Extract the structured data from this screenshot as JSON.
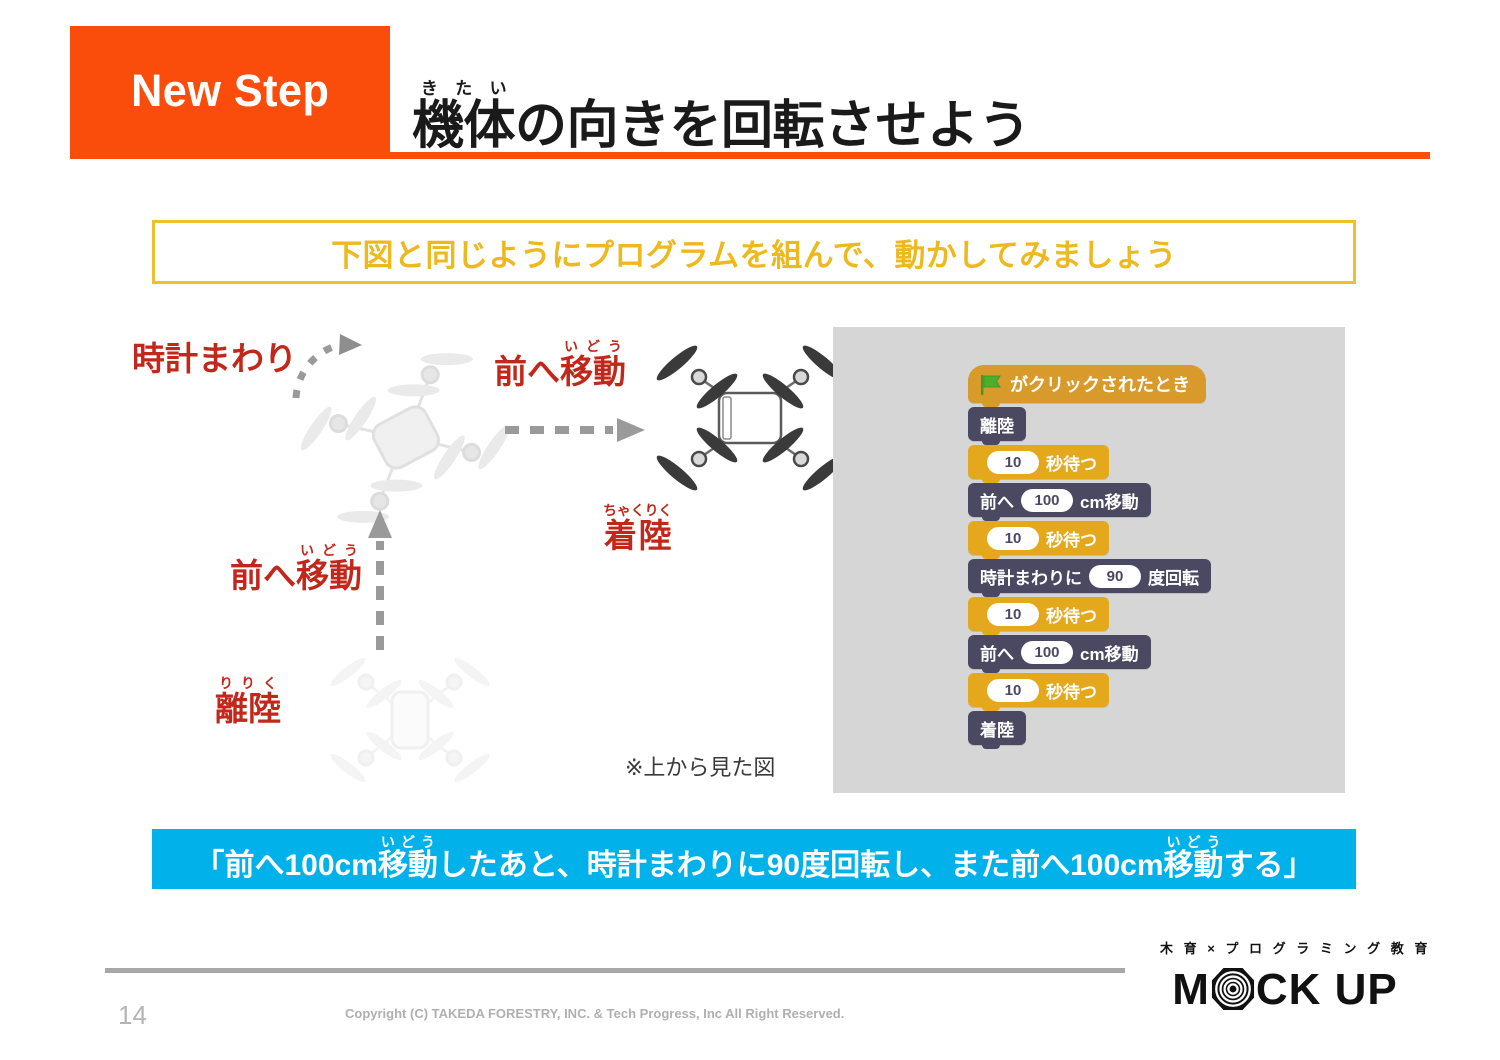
{
  "header": {
    "badge_label": "New Step",
    "title_ruby": "きたい",
    "title_ruby_base": "機体",
    "title_rest": "の向きを回転させよう",
    "accent_color": "#fa4d0c"
  },
  "instruction": {
    "text": "下図と同じようにプログラムを組んで、動かしてみましょう",
    "border_color": "#eec02c",
    "text_color": "#edb91f"
  },
  "diagram": {
    "label_color": "#c1271a",
    "clockwise": {
      "text": "時計まわり"
    },
    "move_forward_top": {
      "ruby": "いどう",
      "base": "移動",
      "prefix": "前へ"
    },
    "move_forward_left": {
      "ruby": "いどう",
      "base": "移動",
      "prefix": "前へ"
    },
    "takeoff": {
      "ruby": "りりく",
      "base": "離陸"
    },
    "landing": {
      "ruby": "ちゃくりく",
      "base": "着陸"
    },
    "note": "※上から見た図"
  },
  "code_panel": {
    "background": "#d6d6d6",
    "blocks": [
      {
        "type": "hat",
        "icon": "green-flag-icon",
        "text_after": "がクリックされたとき",
        "color": "#d79a2b"
      },
      {
        "type": "motion",
        "text": "離陸",
        "color": "#4b4862"
      },
      {
        "type": "control",
        "value": "10",
        "text_after": "秒待つ",
        "color": "#e3a81b"
      },
      {
        "type": "motion",
        "text_before": "前へ",
        "value": "100",
        "text_after": "cm移動",
        "color": "#4b4862"
      },
      {
        "type": "control",
        "value": "10",
        "text_after": "秒待つ",
        "color": "#e3a81b"
      },
      {
        "type": "motion",
        "text_before": "時計まわりに",
        "value": "90",
        "text_after": "度回転",
        "color": "#4b4862"
      },
      {
        "type": "control",
        "value": "10",
        "text_after": "秒待つ",
        "color": "#e3a81b"
      },
      {
        "type": "motion",
        "text_before": "前へ",
        "value": "100",
        "text_after": "cm移動",
        "color": "#4b4862"
      },
      {
        "type": "control",
        "value": "10",
        "text_after": "秒待つ",
        "color": "#e3a81b"
      },
      {
        "type": "motion",
        "text": "着陸",
        "color": "#4b4862"
      }
    ]
  },
  "banner": {
    "background": "#00b1ea",
    "seg1": "「前へ100cm",
    "ruby1": "いどう",
    "base1": "移動",
    "seg2": "したあと、時計まわりに90度回転し、また前へ100cm",
    "ruby2": "いどう",
    "base2": "移動",
    "seg3": "する」"
  },
  "footer": {
    "page_number": "14",
    "copyright": "Copyright (C) TAKEDA FORESTRY, INC. & Tech Progress, Inc All Right Reserved.",
    "logo_tagline": "木 育 × プ ロ グ ラ ミ ン グ 教 育",
    "logo_word_left": "M",
    "logo_word_right": "CK UP"
  }
}
